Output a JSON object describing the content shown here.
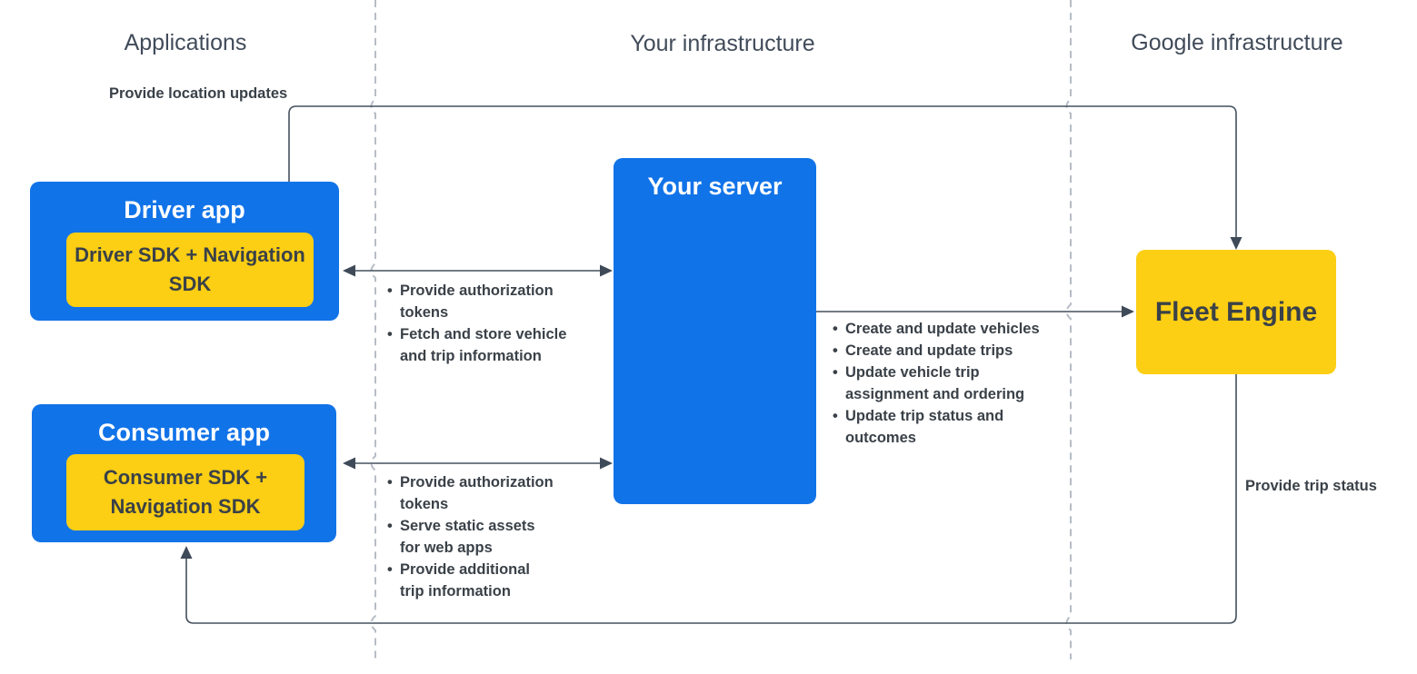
{
  "lanes": {
    "applications": "Applications",
    "your_infrastructure": "Your infrastructure",
    "google_infrastructure": "Google infrastructure"
  },
  "nodes": {
    "driver_app": {
      "title": "Driver app",
      "sdk": "Driver SDK + Navigation SDK"
    },
    "consumer_app": {
      "title": "Consumer app",
      "sdk": "Consumer SDK + Navigation SDK"
    },
    "your_server": {
      "title": "Your server"
    },
    "fleet_engine": {
      "title": "Fleet Engine"
    }
  },
  "edges": {
    "location_updates_label": "Provide location updates",
    "trip_status_label": "Provide trip status",
    "driver_server_bullets": [
      "Provide authorization tokens",
      "Fetch and store vehicle and trip information"
    ],
    "server_fleet_bullets": [
      "Create and update vehicles",
      "Create and update trips",
      "Update vehicle trip assignment and ordering",
      "Update trip status and outcomes"
    ],
    "consumer_server_bullets": [
      "Provide authorization tokens",
      "Serve static assets for web apps",
      "Provide additional trip information"
    ]
  },
  "colors": {
    "node_blue": "#1173e8",
    "node_yellow": "#fcce14",
    "text_dark": "#3a4148",
    "heading_gray": "#414b5a",
    "connector": "#44505e",
    "lane_divider": "#b7bdc5"
  }
}
